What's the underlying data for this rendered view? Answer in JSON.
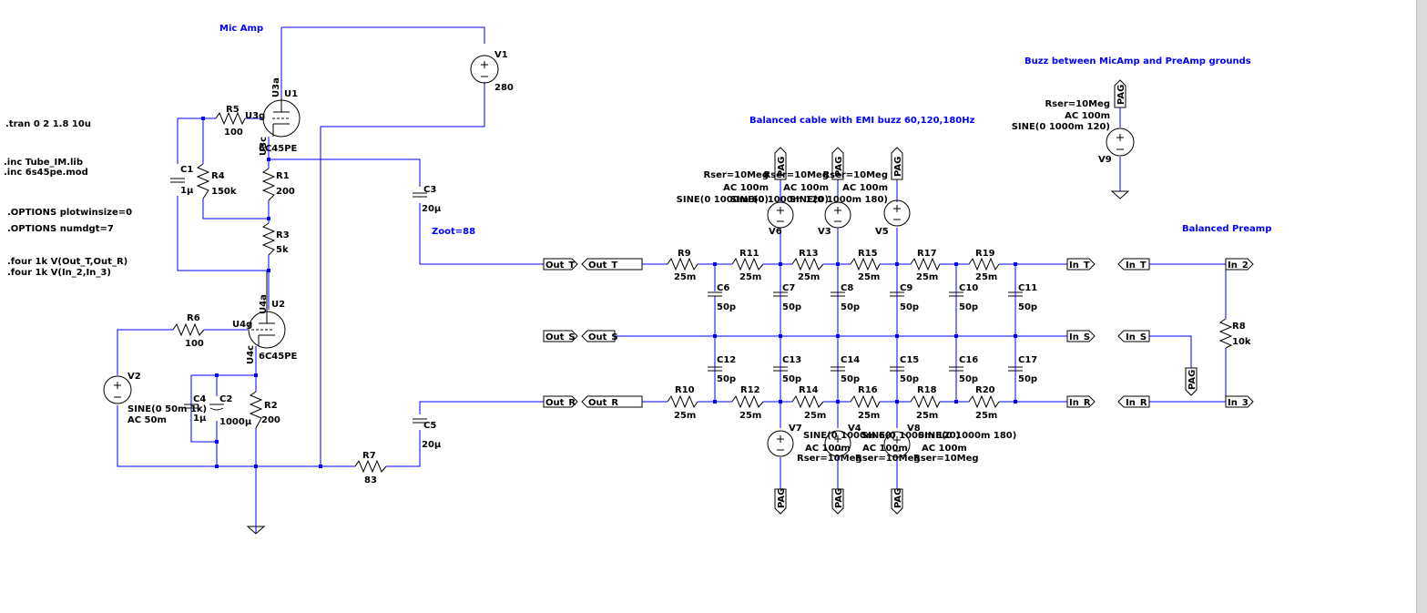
{
  "colors": {
    "wire": "#0000ff",
    "symbol": "#000000",
    "background": "#ffffff"
  },
  "comments": {
    "mic_amp": "Mic Amp",
    "balanced_cable": "Balanced cable with EMI buzz 60,120,180Hz",
    "buzz": "Buzz between MicAmp and PreAmp grounds",
    "balanced_preamp": "Balanced Preamp",
    "zoot": "Zoot=88"
  },
  "directives": [
    ".tran 0 2 1.8 10u",
    ".inc Tube_IM.lib",
    ".inc 6s45pe.mod",
    ".OPTIONS plotwinsize=0",
    ".OPTIONS numdgt=7",
    ".four 1k V(Out_T,Out_R)",
    ".four 1k V(In_2,In_3)"
  ],
  "nets": {
    "out_t": "Out_T",
    "out_s": "Out_S",
    "out_r": "Out_R",
    "in_t": "In_T",
    "in_s": "In_S",
    "in_r": "In_R",
    "in_2": "In_2",
    "in_3": "In_3",
    "pag": "PAG"
  },
  "tubes": {
    "u1": {
      "ref": "U1",
      "model": "6C45PE",
      "anode": "U3a",
      "grid": "U3g",
      "cathode": "U3c"
    },
    "u2": {
      "ref": "U2",
      "model": "6C45PE",
      "anode": "U4a",
      "grid": "U4g",
      "cathode": "U4c"
    }
  },
  "resistors": {
    "r1": {
      "ref": "R1",
      "value": "200"
    },
    "r2": {
      "ref": "R2",
      "value": "200"
    },
    "r3": {
      "ref": "R3",
      "value": "5k"
    },
    "r4": {
      "ref": "R4",
      "value": "150k"
    },
    "r5": {
      "ref": "R5",
      "value": "100"
    },
    "r6": {
      "ref": "R6",
      "value": "100"
    },
    "r7": {
      "ref": "R7",
      "value": "83"
    },
    "r8": {
      "ref": "R8",
      "value": "10k"
    },
    "r9": {
      "ref": "R9",
      "value": "25m"
    },
    "r10": {
      "ref": "R10",
      "value": "25m"
    },
    "r11": {
      "ref": "R11",
      "value": "25m"
    },
    "r12": {
      "ref": "R12",
      "value": "25m"
    },
    "r13": {
      "ref": "R13",
      "value": "25m"
    },
    "r14": {
      "ref": "R14",
      "value": "25m"
    },
    "r15": {
      "ref": "R15",
      "value": "25m"
    },
    "r16": {
      "ref": "R16",
      "value": "25m"
    },
    "r17": {
      "ref": "R17",
      "value": "25m"
    },
    "r18": {
      "ref": "R18",
      "value": "25m"
    },
    "r19": {
      "ref": "R19",
      "value": "25m"
    },
    "r20": {
      "ref": "R20",
      "value": "25m"
    }
  },
  "capacitors": {
    "c1": {
      "ref": "C1",
      "value": "1µ"
    },
    "c2": {
      "ref": "C2",
      "value": "1000µ"
    },
    "c3": {
      "ref": "C3",
      "value": "20µ"
    },
    "c4": {
      "ref": "C4",
      "value": "1µ"
    },
    "c5": {
      "ref": "C5",
      "value": "20µ"
    },
    "c6": {
      "ref": "C6",
      "value": "50p"
    },
    "c7": {
      "ref": "C7",
      "value": "50p"
    },
    "c8": {
      "ref": "C8",
      "value": "50p"
    },
    "c9": {
      "ref": "C9",
      "value": "50p"
    },
    "c10": {
      "ref": "C10",
      "value": "50p"
    },
    "c11": {
      "ref": "C11",
      "value": "50p"
    },
    "c12": {
      "ref": "C12",
      "value": "50p"
    },
    "c13": {
      "ref": "C13",
      "value": "50p"
    },
    "c14": {
      "ref": "C14",
      "value": "50p"
    },
    "c15": {
      "ref": "C15",
      "value": "50p"
    },
    "c16": {
      "ref": "C16",
      "value": "50p"
    },
    "c17": {
      "ref": "C17",
      "value": "50p"
    }
  },
  "sources": {
    "v1": {
      "ref": "V1",
      "value": "280"
    },
    "v2": {
      "ref": "V2",
      "line1": "SINE(0 50m 1k)",
      "line2": "AC 50m"
    },
    "v3": {
      "ref": "V3",
      "rser": "Rser=10Meg",
      "ac": "AC 100m",
      "sine": "SINE(0 1000m 120)"
    },
    "v4": {
      "ref": "V4",
      "rser": "Rser=10Meg",
      "ac": "AC 100m",
      "sine": "SINE(0 1000m 120)"
    },
    "v5": {
      "ref": "V5",
      "rser": "Rser=10Meg",
      "ac": "AC 100m",
      "sine": "SINE(0 1000m 180)"
    },
    "v6": {
      "ref": "V6",
      "rser": "Rser=10Meg",
      "ac": "AC 100m",
      "sine": "SINE(0 1000m 60)"
    },
    "v7": {
      "ref": "V7",
      "rser": "Rser=10Meg",
      "ac": "AC 100m",
      "sine": "SINE(0 1000m 60)"
    },
    "v8": {
      "ref": "V8",
      "rser": "Rser=10Meg",
      "ac": "AC 100m",
      "sine": "SINE(0 1000m 180)"
    },
    "v9": {
      "ref": "V9",
      "rser": "Rser=10Meg",
      "ac": "AC 100m",
      "sine": "SINE(0 1000m 120)"
    }
  }
}
